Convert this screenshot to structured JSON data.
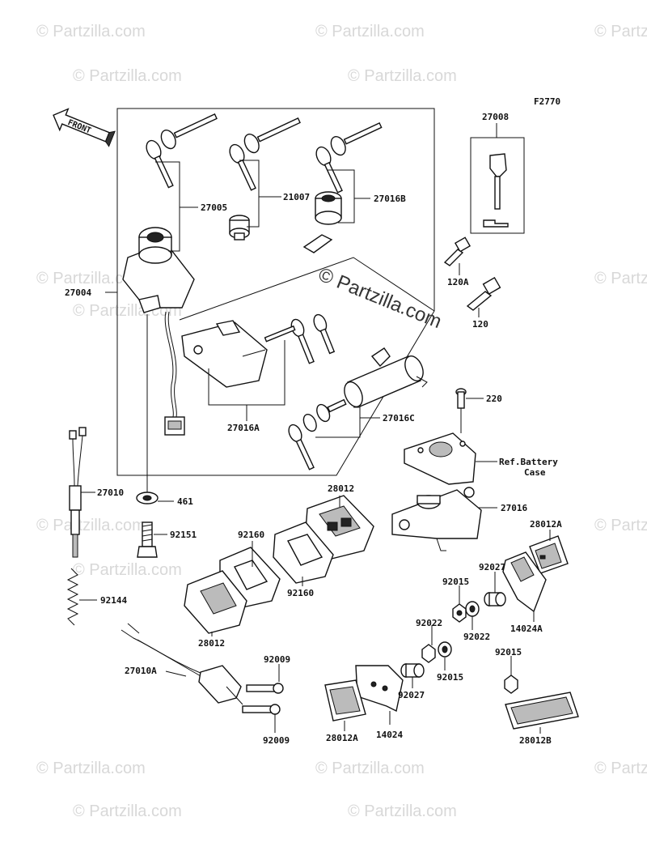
{
  "figure_code": "F2770",
  "front_label": "FRONT",
  "watermark": {
    "small": "© Partzilla.com",
    "center": "© Partzilla.com"
  },
  "ref_note": {
    "line1": "Ref.Battery",
    "line2": "Case"
  },
  "labels": {
    "p27008": "27008",
    "p27005": "27005",
    "p21007": "21007",
    "p27016B": "27016B",
    "p27004": "27004",
    "p120A": "120A",
    "p120": "120",
    "p27016A": "27016A",
    "p27016C": "27016C",
    "p220": "220",
    "p27010": "27010",
    "p461": "461",
    "p28012_top": "28012",
    "p27016": "27016",
    "p92151": "92151",
    "p92160_a": "92160",
    "p92160_b": "92160",
    "p28012A_right": "28012A",
    "p92027_top": "92027",
    "p92015_top": "92015",
    "p92144": "92144",
    "p28012_bottom": "28012",
    "p92022_a": "92022",
    "p92022_b": "92022",
    "p14024A": "14024A",
    "p92015_mid": "92015",
    "p92015_right": "92015",
    "p92009_top": "92009",
    "p27010A": "27010A",
    "p92027_bottom": "92027",
    "p92009_bottom": "92009",
    "p28012A_bottom": "28012A",
    "p14024": "14024",
    "p28012B": "28012B"
  }
}
